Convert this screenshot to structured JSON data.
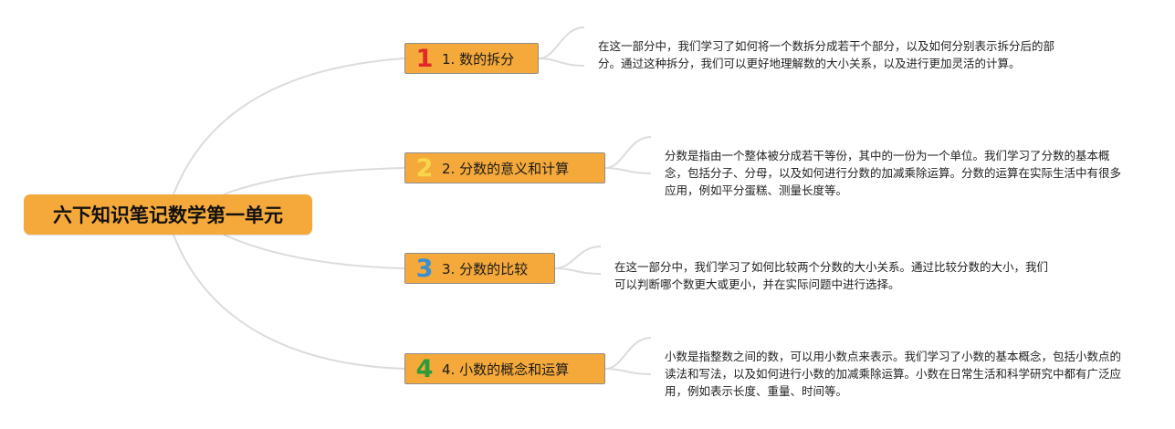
{
  "root": {
    "title": "六下知识笔记数学第一单元"
  },
  "branches": [
    {
      "badge": "1",
      "badge_color": "#e02a2a",
      "label": "1. 数的拆分",
      "note": "在这一部分中，我们学习了如何将一个数拆分成若干个部分，以及如何分别表示拆分后的部分。通过这种拆分，我们可以更好地理解数的大小关系，以及进行更加灵活的计算。"
    },
    {
      "badge": "2",
      "badge_color": "#f7d64a",
      "label": "2. 分数的意义和计算",
      "note": "分数是指由一个整体被分成若干等份，其中的一份为一个单位。我们学习了分数的基本概念，包括分子、分母，以及如何进行分数的加减乘除运算。分数的运算在实际生活中有很多应用，例如平分蛋糕、测量长度等。"
    },
    {
      "badge": "3",
      "badge_color": "#3a8fd0",
      "label": "3. 分数的比较",
      "note": "在这一部分中，我们学习了如何比较两个分数的大小关系。通过比较分数的大小，我们可以判断哪个数更大或更小，并在实际问题中进行选择。"
    },
    {
      "badge": "4",
      "badge_color": "#2e9a3a",
      "label": "4. 小数的概念和运算",
      "note": "小数是指整数之间的数，可以用小数点来表示。我们学习了小数的基本概念，包括小数点的读法和写法，以及如何进行小数的加减乘除运算。小数在日常生活和科学研究中都有广泛应用，例如表示长度、重量、时间等。"
    }
  ],
  "colors": {
    "node_fill": "#f5a93a",
    "connector": "#dcdcdc"
  }
}
